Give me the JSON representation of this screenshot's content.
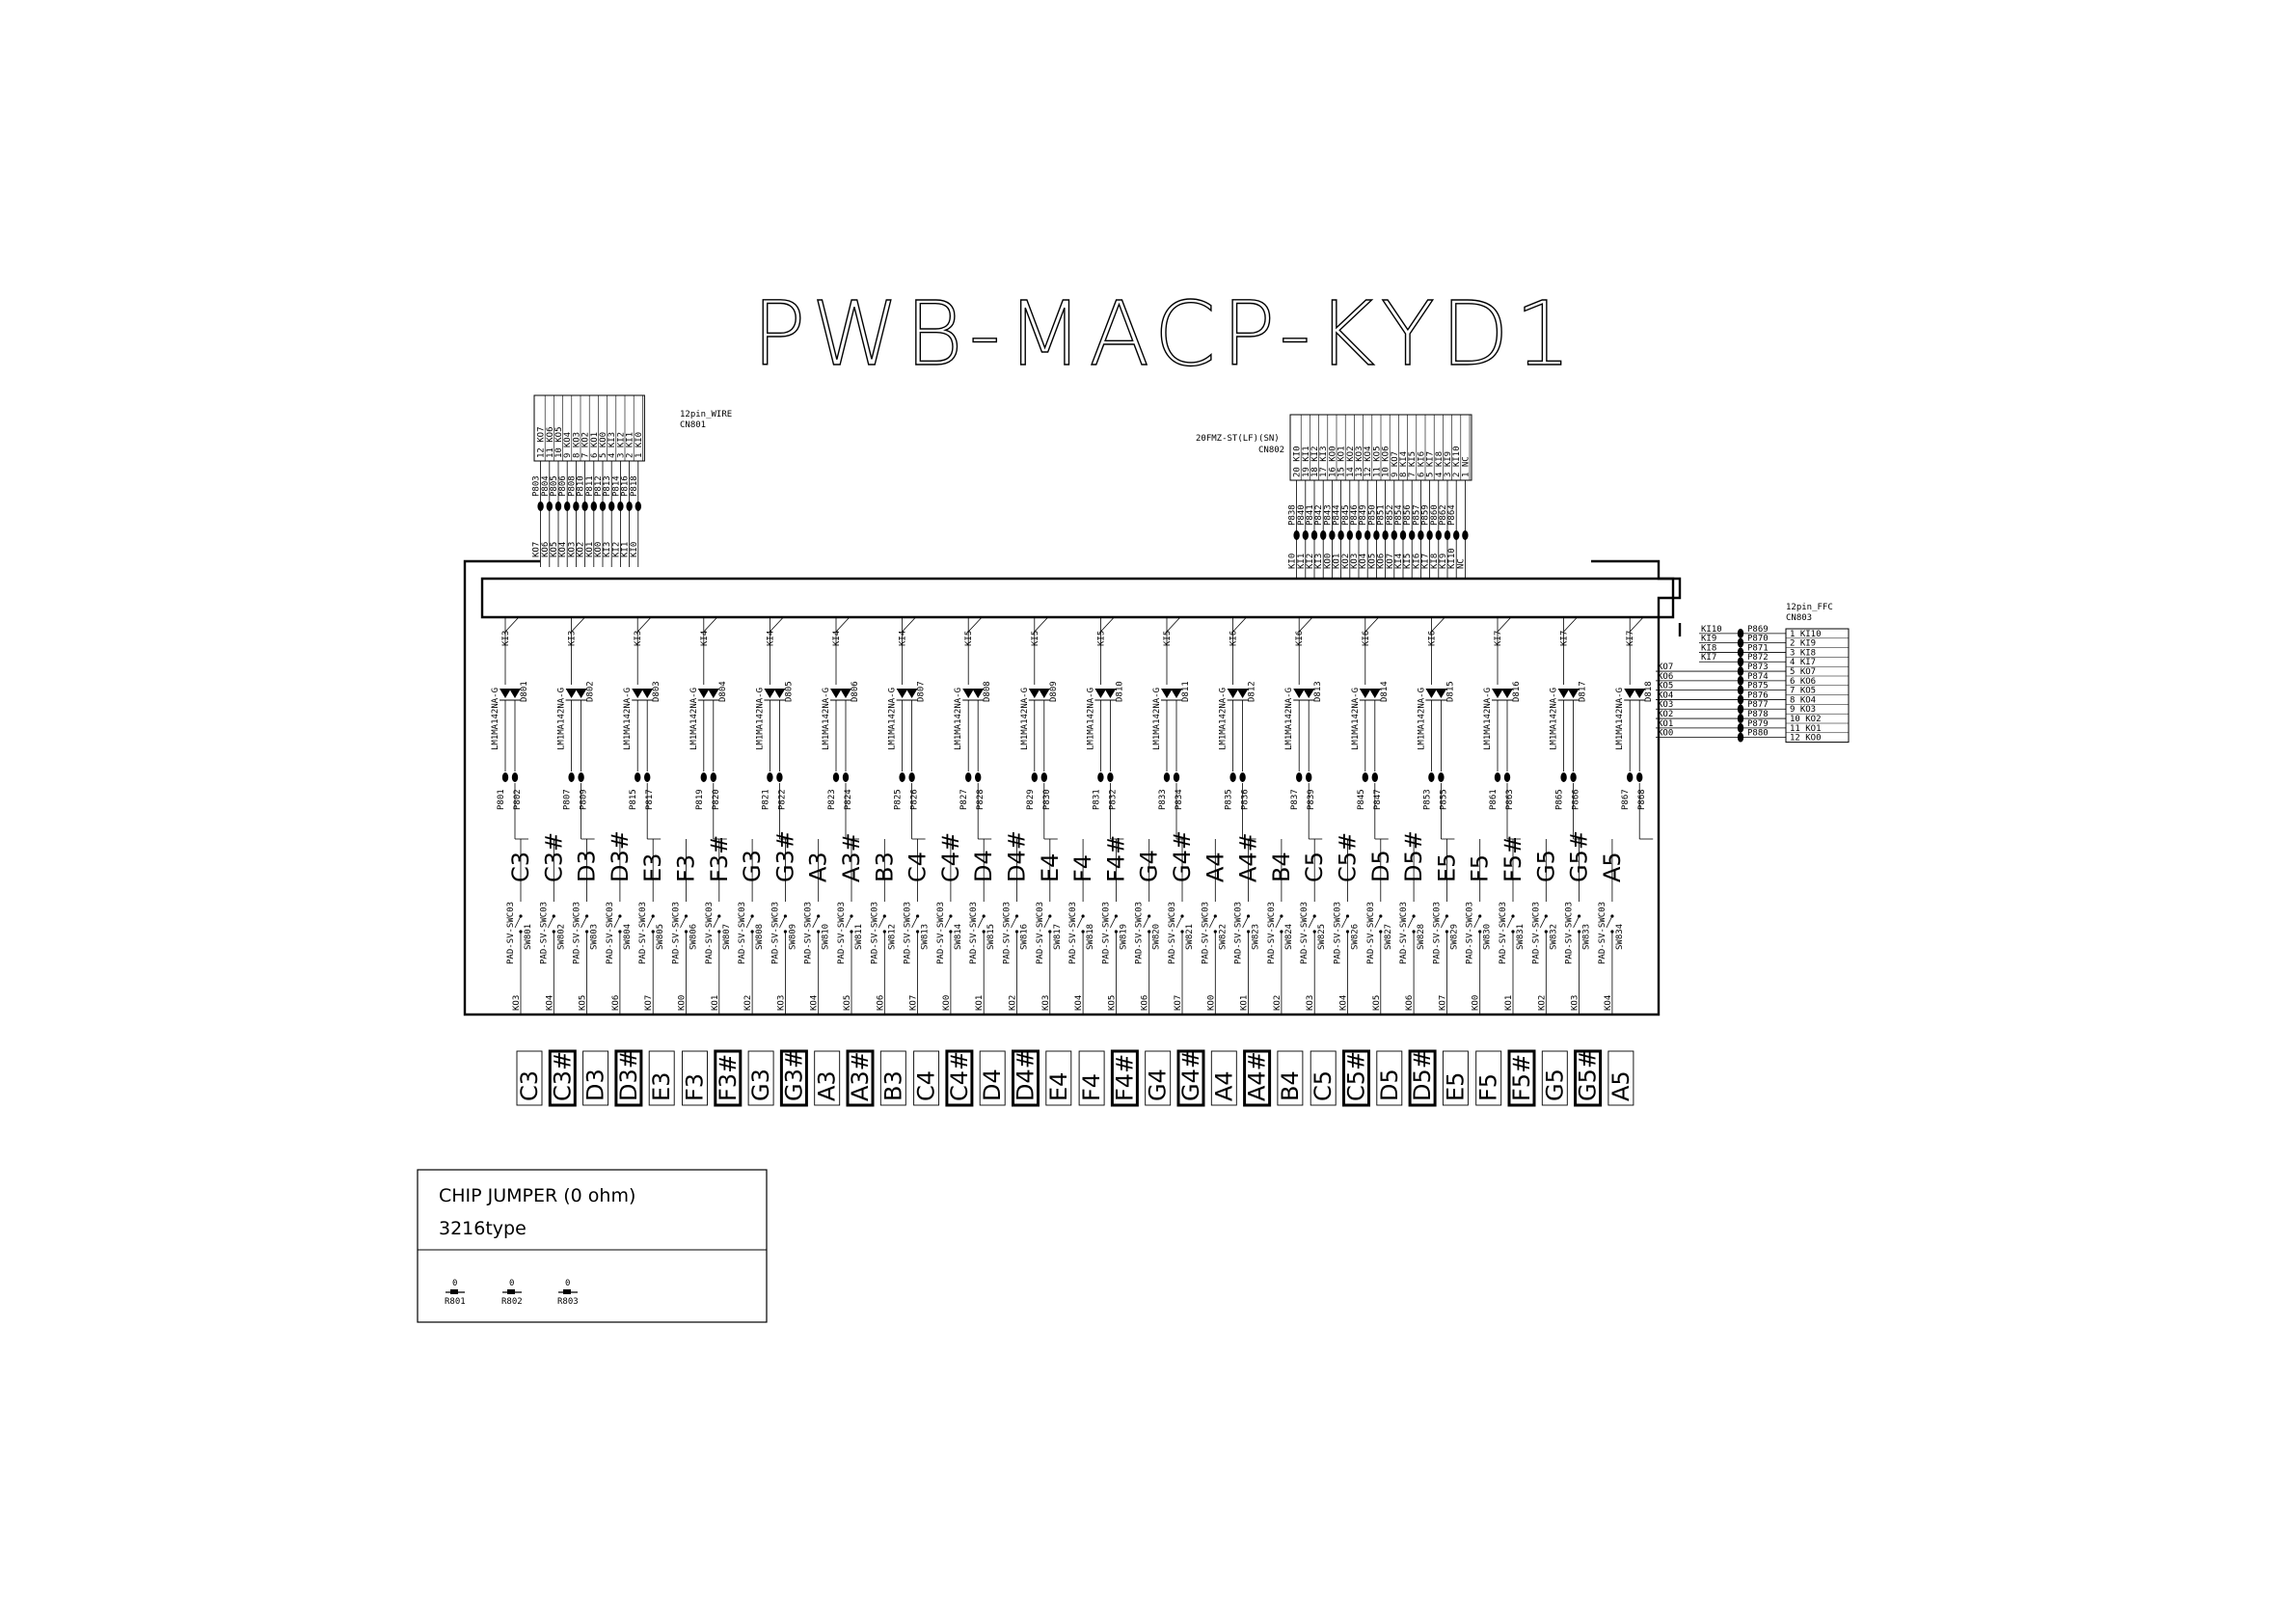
{
  "title": "PWB-MACP-KYD1",
  "connectors": {
    "cn801": {
      "label_type": "12pin_WIRE",
      "label_ref": "CN801",
      "pins": [
        "12",
        "11",
        "10",
        "9",
        "8",
        "7",
        "6",
        "5",
        "4",
        "3",
        "2",
        "1"
      ],
      "signals": [
        "KO7",
        "KO6",
        "KO5",
        "KO4",
        "KO3",
        "KO2",
        "KO1",
        "KO0",
        "KI3",
        "KI2",
        "KI1",
        "KI0"
      ],
      "pads": [
        "P803",
        "P804",
        "P805",
        "P806",
        "P808",
        "P810",
        "P811",
        "P812",
        "P813",
        "P814",
        "P816",
        "P818"
      ]
    },
    "cn802": {
      "label_type": "20FMZ-ST(LF)(SN)",
      "label_ref": "CN802",
      "pins": [
        "20",
        "19",
        "18",
        "17",
        "16",
        "15",
        "14",
        "13",
        "12",
        "11",
        "10",
        "9",
        "8",
        "7",
        "6",
        "5",
        "4",
        "3",
        "2",
        "1"
      ],
      "signals": [
        "KI0",
        "KI1",
        "KI2",
        "KI3",
        "KO0",
        "KO1",
        "KO2",
        "KO3",
        "KO4",
        "KO5",
        "KO6",
        "KO7",
        "KI4",
        "KI5",
        "KI6",
        "KI7",
        "KI8",
        "KI9",
        "KI10",
        "NC"
      ],
      "pads": [
        "P838",
        "P840",
        "P841",
        "P842",
        "P843",
        "P844",
        "P845",
        "P846",
        "P849",
        "P850",
        "P851",
        "P852",
        "P854",
        "P856",
        "P857",
        "P859",
        "P860",
        "P862",
        "P864",
        ""
      ]
    },
    "cn803": {
      "label_type": "12pin_FFC",
      "label_ref": "CN803",
      "pins": [
        "1",
        "2",
        "3",
        "4",
        "5",
        "6",
        "7",
        "8",
        "9",
        "10",
        "11",
        "12"
      ],
      "signals": [
        "KI10",
        "KI9",
        "KI8",
        "KI7",
        "KO7",
        "KO6",
        "KO5",
        "KO4",
        "KO3",
        "KO2",
        "KO1",
        "KO0"
      ],
      "pads": [
        "P869",
        "P870",
        "P871",
        "P872",
        "P873",
        "P874",
        "P875",
        "P876",
        "P877",
        "P878",
        "P879",
        "P880"
      ]
    }
  },
  "led_part": "LM1MA142NA-G",
  "leds": [
    {
      "ref": "D801",
      "ki": "KI3",
      "pa": "P801",
      "pb": "P802"
    },
    {
      "ref": "D802",
      "ki": "KI3",
      "pa": "P807",
      "pb": "P809"
    },
    {
      "ref": "D803",
      "ki": "KI3",
      "pa": "P815",
      "pb": "P817"
    },
    {
      "ref": "D804",
      "ki": "KI4",
      "pa": "P819",
      "pb": "P820"
    },
    {
      "ref": "D805",
      "ki": "KI4",
      "pa": "P821",
      "pb": "P822"
    },
    {
      "ref": "D806",
      "ki": "KI4",
      "pa": "P823",
      "pb": "P824"
    },
    {
      "ref": "D807",
      "ki": "KI4",
      "pa": "P825",
      "pb": "P826"
    },
    {
      "ref": "D808",
      "ki": "KI5",
      "pa": "P827",
      "pb": "P828"
    },
    {
      "ref": "D809",
      "ki": "KI5",
      "pa": "P829",
      "pb": "P830"
    },
    {
      "ref": "D810",
      "ki": "KI5",
      "pa": "P831",
      "pb": "P832"
    },
    {
      "ref": "D811",
      "ki": "KI5",
      "pa": "P833",
      "pb": "P834"
    },
    {
      "ref": "D812",
      "ki": "KI6",
      "pa": "P835",
      "pb": "P836"
    },
    {
      "ref": "D813",
      "ki": "KI6",
      "pa": "P837",
      "pb": "P839"
    },
    {
      "ref": "D814",
      "ki": "KI6",
      "pa": "P845",
      "pb": "P847"
    },
    {
      "ref": "D815",
      "ki": "KI6",
      "pa": "P853",
      "pb": "P855"
    },
    {
      "ref": "D816",
      "ki": "KI7",
      "pa": "P861",
      "pb": "P863"
    },
    {
      "ref": "D817",
      "ki": "KI7",
      "pa": "P865",
      "pb": "P866"
    },
    {
      "ref": "D818",
      "ki": "KI7",
      "pa": "P867",
      "pb": "P868"
    }
  ],
  "switch_part": "PAD-SV-SWC03",
  "keys": [
    {
      "note": "C3",
      "sw": "SW801",
      "ko": "KO3",
      "black": false
    },
    {
      "note": "C3#",
      "sw": "SW802",
      "ko": "KO4",
      "black": true
    },
    {
      "note": "D3",
      "sw": "SW803",
      "ko": "KO5",
      "black": false
    },
    {
      "note": "D3#",
      "sw": "SW804",
      "ko": "KO6",
      "black": true
    },
    {
      "note": "E3",
      "sw": "SW805",
      "ko": "KO7",
      "black": false
    },
    {
      "note": "F3",
      "sw": "SW806",
      "ko": "KO0",
      "black": false
    },
    {
      "note": "F3#",
      "sw": "SW807",
      "ko": "KO1",
      "black": true
    },
    {
      "note": "G3",
      "sw": "SW808",
      "ko": "KO2",
      "black": false
    },
    {
      "note": "G3#",
      "sw": "SW809",
      "ko": "KO3",
      "black": true
    },
    {
      "note": "A3",
      "sw": "SW810",
      "ko": "KO4",
      "black": false
    },
    {
      "note": "A3#",
      "sw": "SW811",
      "ko": "KO5",
      "black": true
    },
    {
      "note": "B3",
      "sw": "SW812",
      "ko": "KO6",
      "black": false
    },
    {
      "note": "C4",
      "sw": "SW813",
      "ko": "KO7",
      "black": false
    },
    {
      "note": "C4#",
      "sw": "SW814",
      "ko": "KO0",
      "black": true
    },
    {
      "note": "D4",
      "sw": "SW815",
      "ko": "KO1",
      "black": false
    },
    {
      "note": "D4#",
      "sw": "SW816",
      "ko": "KO2",
      "black": true
    },
    {
      "note": "E4",
      "sw": "SW817",
      "ko": "KO3",
      "black": false
    },
    {
      "note": "F4",
      "sw": "SW818",
      "ko": "KO4",
      "black": false
    },
    {
      "note": "F4#",
      "sw": "SW819",
      "ko": "KO5",
      "black": true
    },
    {
      "note": "G4",
      "sw": "SW820",
      "ko": "KO6",
      "black": false
    },
    {
      "note": "G4#",
      "sw": "SW821",
      "ko": "KO7",
      "black": true
    },
    {
      "note": "A4",
      "sw": "SW822",
      "ko": "KO0",
      "black": false
    },
    {
      "note": "A4#",
      "sw": "SW823",
      "ko": "KO1",
      "black": true
    },
    {
      "note": "B4",
      "sw": "SW824",
      "ko": "KO2",
      "black": false
    },
    {
      "note": "C5",
      "sw": "SW825",
      "ko": "KO3",
      "black": false
    },
    {
      "note": "C5#",
      "sw": "SW826",
      "ko": "KO4",
      "black": true
    },
    {
      "note": "D5",
      "sw": "SW827",
      "ko": "KO5",
      "black": false
    },
    {
      "note": "D5#",
      "sw": "SW828",
      "ko": "KO6",
      "black": true
    },
    {
      "note": "E5",
      "sw": "SW829",
      "ko": "KO7",
      "black": false
    },
    {
      "note": "F5",
      "sw": "SW830",
      "ko": "KO0",
      "black": false
    },
    {
      "note": "F5#",
      "sw": "SW831",
      "ko": "KO1",
      "black": true
    },
    {
      "note": "G5",
      "sw": "SW832",
      "ko": "KO2",
      "black": false
    },
    {
      "note": "G5#",
      "sw": "SW833",
      "ko": "KO3",
      "black": true
    },
    {
      "note": "A5",
      "sw": "SW834",
      "ko": "KO4",
      "black": false
    }
  ],
  "jumper_box": {
    "line1": "CHIP JUMPER (0 ohm)",
    "line2": "3216type",
    "items": [
      {
        "value": "0",
        "ref": "R801"
      },
      {
        "value": "0",
        "ref": "R802"
      },
      {
        "value": "0",
        "ref": "R803"
      }
    ]
  }
}
